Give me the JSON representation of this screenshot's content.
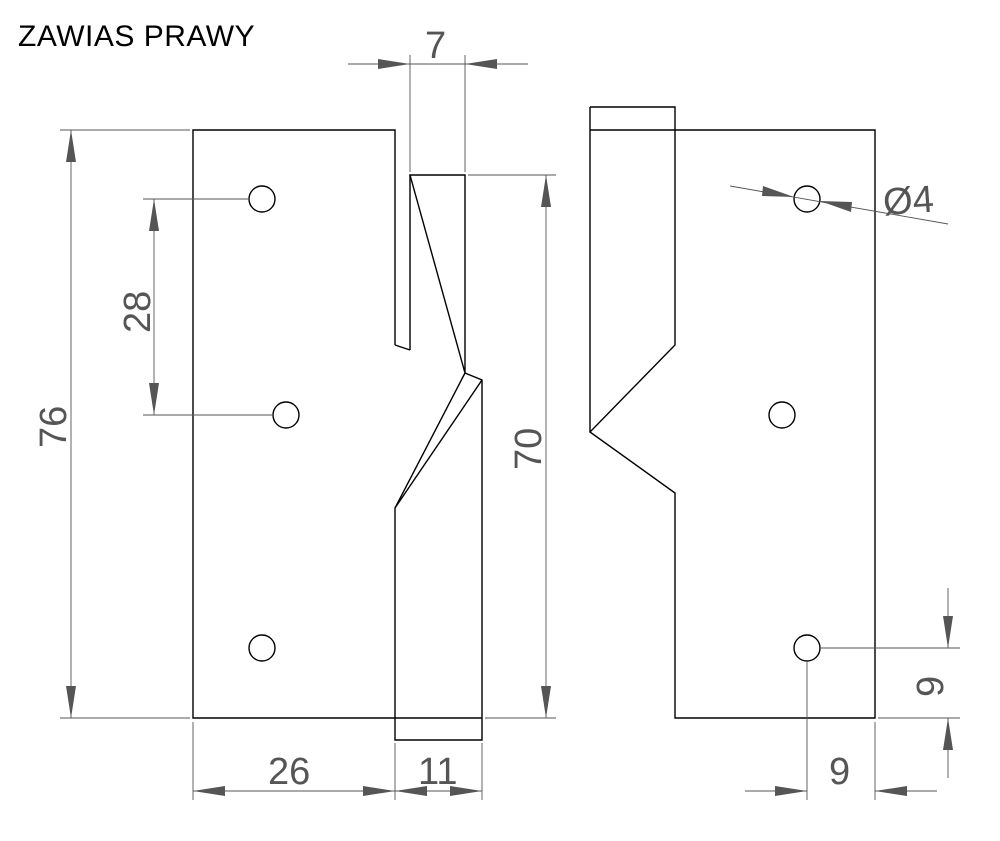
{
  "title": "ZAWIAS PRAWY",
  "dimensions": {
    "top_gap": "7",
    "total_height": "76",
    "hole_spacing": "28",
    "leaf_height": "70",
    "leaf_width": "26",
    "knuckle_width": "11",
    "hole_diameter": "Ø4",
    "hole_offset_vertical": "9",
    "hole_offset_horizontal": "9"
  }
}
